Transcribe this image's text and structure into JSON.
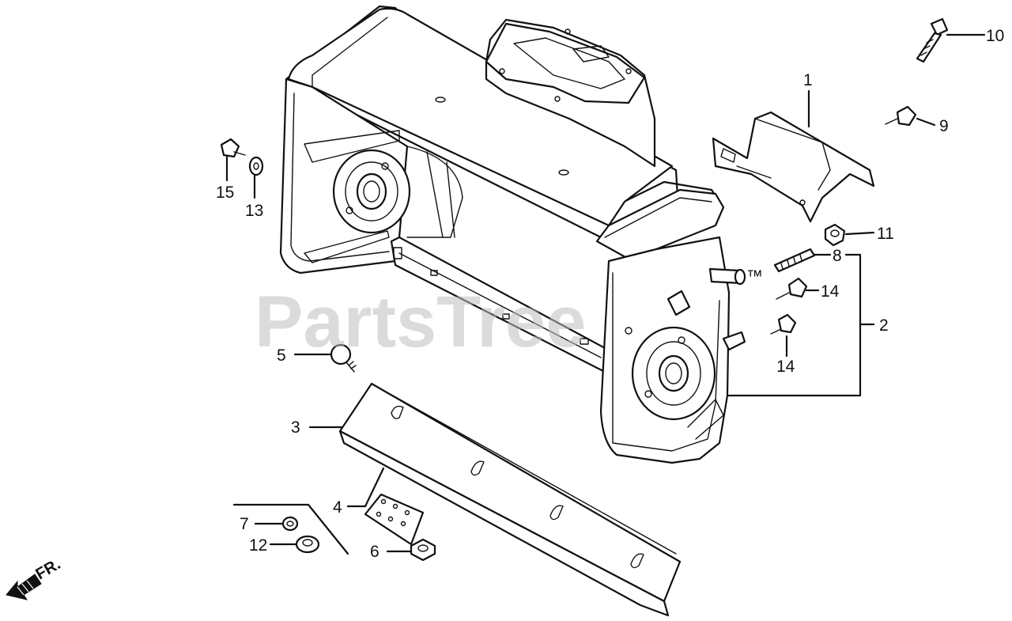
{
  "watermark": "PartsTree",
  "watermark_tm": "™",
  "direction_label": "FR.",
  "callouts": [
    "1",
    "2",
    "3",
    "4",
    "5",
    "6",
    "7",
    "8",
    "9",
    "10",
    "11",
    "12",
    "13",
    "14",
    "14",
    "15"
  ],
  "colors": {
    "ink": "#111111",
    "paper": "#ffffff",
    "watermark": "#bdbdbd"
  }
}
